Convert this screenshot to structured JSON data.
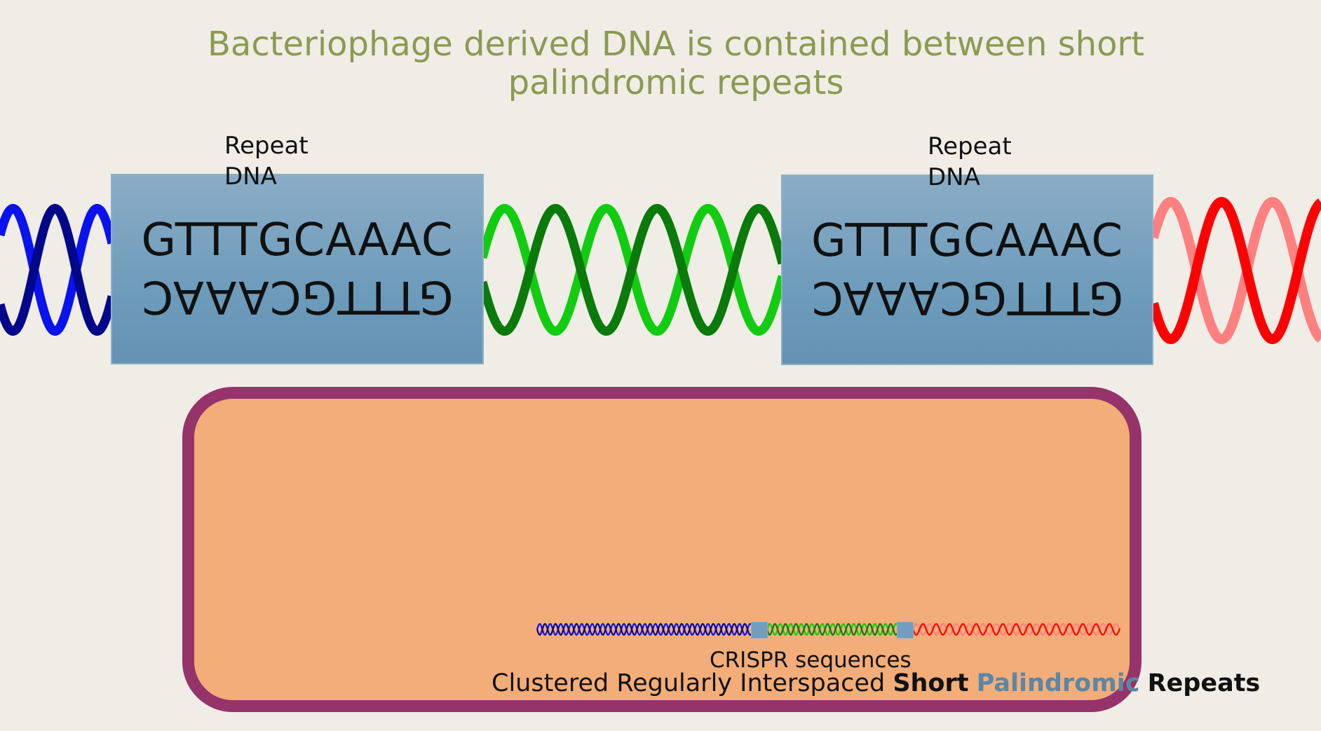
{
  "title": {
    "line1": "Bacteriophage derived DNA is contained between short",
    "line2": "palindromic repeats"
  },
  "repeats": [
    {
      "label_line1": "Repeat",
      "label_line2": "DNA",
      "top_strand": "GTTTGCAAAC",
      "bottom_strand": "GTTTGCAAAC"
    },
    {
      "label_line1": "Repeat",
      "label_line2": "DNA",
      "top_strand": "GTTTGCAAAC",
      "bottom_strand": "GTTTGCAAAC"
    }
  ],
  "crispr": {
    "label": "CRISPR sequences",
    "acronym": {
      "part1": "Clustered Regularly Interspaced ",
      "part2": "Short",
      "part3": "Palindromic",
      "part4": "Repeats"
    }
  },
  "colors": {
    "background": "#efede6",
    "title": "#8c9a52",
    "cell_fill": "#f2ad78",
    "cell_border": "#96336a",
    "repeat_box": "#7aa5c3",
    "blue_strand_light": "#0a12f0",
    "blue_strand_dark": "#00078a",
    "green_strand_light": "#11cc11",
    "green_strand_dark": "#0a7a0a",
    "red_strand_light": "#ff8080",
    "red_strand_dark": "#ff0000"
  }
}
